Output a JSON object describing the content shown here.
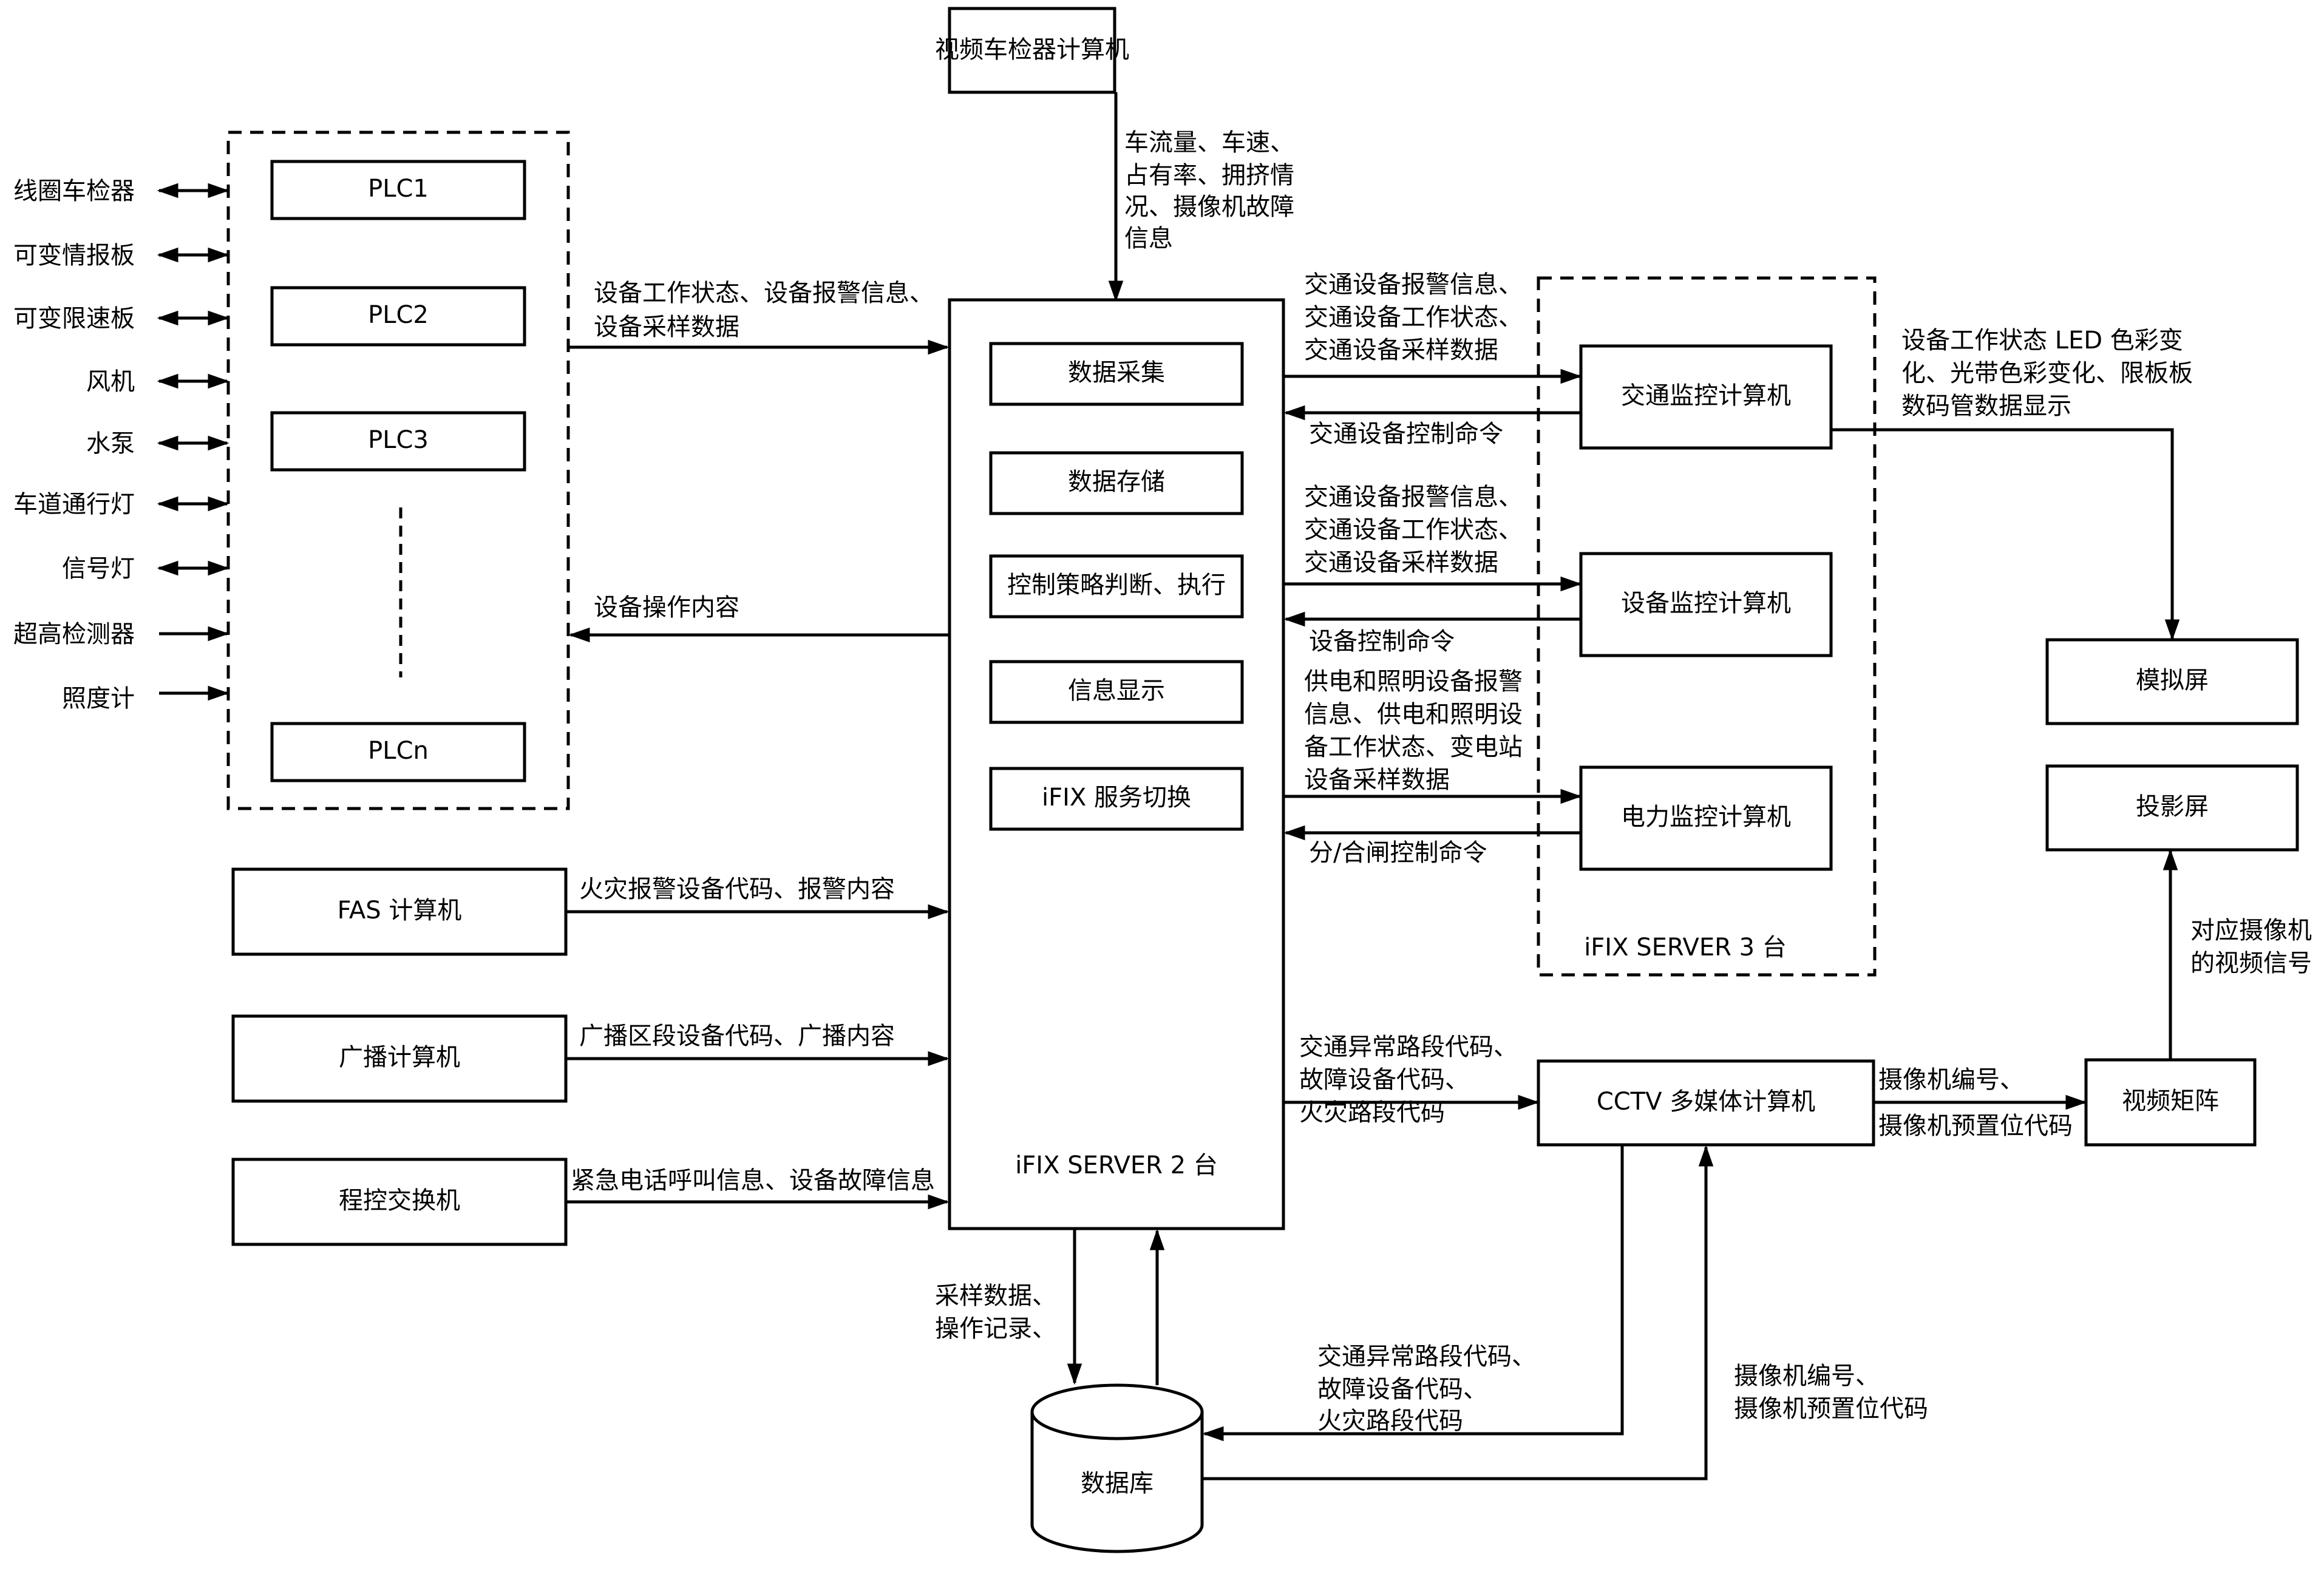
{
  "nodes": {
    "video_detector": "视频车检器计算机",
    "plc1": "PLC1",
    "plc2": "PLC2",
    "plc3": "PLC3",
    "plcn": "PLCn",
    "fas": "FAS 计算机",
    "broadcast": "广播计算机",
    "pbx": "程控交换机",
    "server2": "iFIX SERVER 2 台",
    "server3": "iFIX SERVER 3 台",
    "traffic_monitor": "交通监控计算机",
    "device_monitor": "设备监控计算机",
    "power_monitor": "电力监控计算机",
    "cctv": "CCTV 多媒体计算机",
    "video_matrix": "视频矩阵",
    "simulation_screen": "模拟屏",
    "projection_screen": "投影屏",
    "database": "数据库"
  },
  "functions": [
    "数据采集",
    "数据存储",
    "控制策略判断、执行",
    "信息显示",
    "iFIX 服务切换"
  ],
  "field_devices": [
    "线圈车检器",
    "可变情报板",
    "可变限速板",
    "风机",
    "水泵",
    "车道通行灯",
    "信号灯",
    "超高检测器",
    "照度计"
  ],
  "labels": {
    "video_data": [
      "车流量、车速、",
      "占有率、拥挤情",
      "况、摄像机故障",
      "信息"
    ],
    "plc_to_server": [
      "设备工作状态、设备报警信息、",
      "设备采样数据"
    ],
    "server_to_plc": "设备操作内容",
    "fas_data": "火灾报警设备代码、报警内容",
    "broadcast_data": "广播区段设备代码、广播内容",
    "pbx_data": "紧急电话呼叫信息、设备故障信息",
    "to_traffic": [
      "交通设备报警信息、",
      "交通设备工作状态、",
      "交通设备采样数据"
    ],
    "from_traffic": "交通设备控制命令",
    "to_device": [
      "交通设备报警信息、",
      "交通设备工作状态、",
      "交通设备采样数据"
    ],
    "from_device": "设备控制命令",
    "to_power": [
      "供电和照明设备报警",
      "信息、供电和照明设",
      "备工作状态、变电站",
      "设备采样数据"
    ],
    "from_power": "分/合闸控制命令",
    "to_cctv": [
      "交通异常路段代码、",
      "故障设备代码、",
      "火灾路段代码"
    ],
    "cctv_to_matrix": [
      "摄像机编号、",
      "摄像机预置位代码"
    ],
    "matrix_to_projection": [
      "对应摄像机",
      "的视频信号"
    ],
    "traffic_to_screen": [
      "设备工作状态 LED 色彩变",
      "化、光带色彩变化、限板板",
      "数码管数据显示"
    ],
    "server_to_db": [
      "采样数据、",
      "操作记录、"
    ],
    "cctv_to_db": [
      "交通异常路段代码、",
      "故障设备代码、",
      "火灾路段代码"
    ],
    "db_to_cctv": [
      "摄像机编号、",
      "摄像机预置位代码"
    ]
  }
}
